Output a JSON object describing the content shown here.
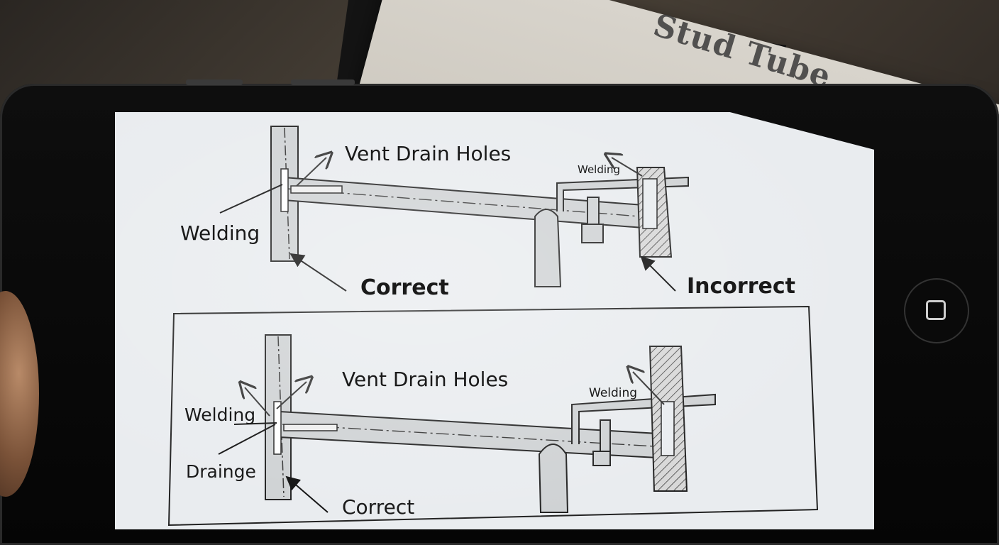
{
  "box": {
    "label": "Stud Tube"
  },
  "diagram_top": {
    "vent_label": "Vent  Drain Holes",
    "welding_left": "Welding",
    "welding_right": "Welding",
    "correct_label": "Correct",
    "incorrect_label": "Incorrect"
  },
  "diagram_bottom": {
    "vent_label": "Vent Drain Holes",
    "welding_left": "Welding",
    "welding_right": "Welding",
    "drainage_label": "Drainge",
    "correct_label": "Correct"
  },
  "colors": {
    "screen": "#e9ecef",
    "ink": "#1a1a1a",
    "pipe": "#cfd2d4",
    "phone": "#0a0a0a"
  }
}
